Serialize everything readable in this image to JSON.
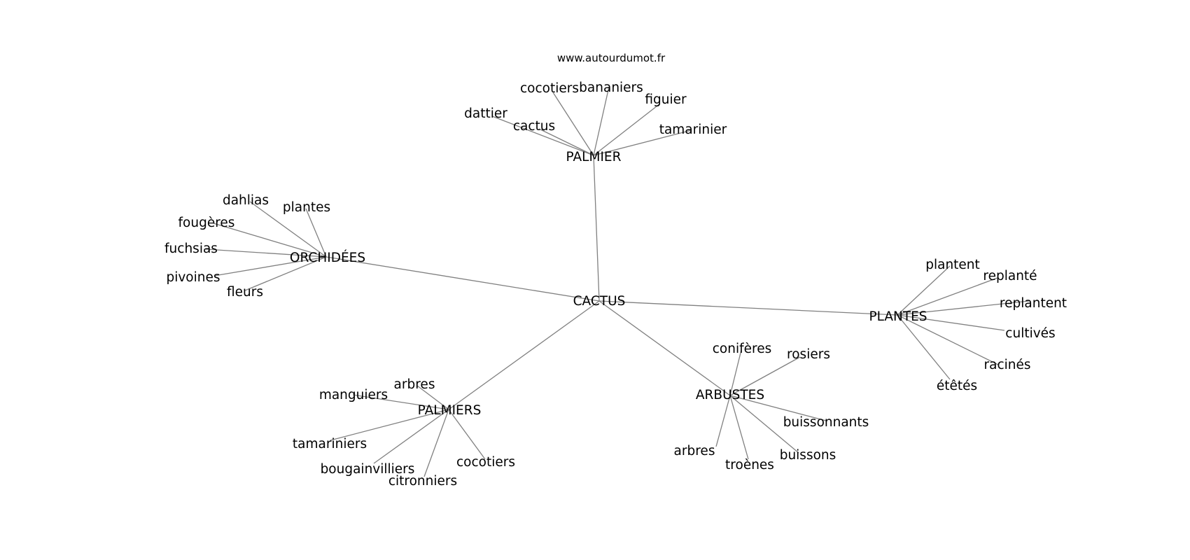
{
  "site": "www.autourdumot.fr",
  "center": "CACTUS",
  "groups": [
    {
      "hub": "PALMIER",
      "words": [
        "cocotiers",
        "bananiers",
        "figuier",
        "dattier",
        "cactus",
        "tamarinier"
      ]
    },
    {
      "hub": "ORCHIDÉES",
      "words": [
        "dahlias",
        "plantes",
        "fougères",
        "fuchsias",
        "pivoines",
        "fleurs"
      ]
    },
    {
      "hub": "PLANTES",
      "words": [
        "plantent",
        "replanté",
        "replantent",
        "cultivés",
        "racinés",
        "étêtés"
      ]
    },
    {
      "hub": "PALMIERS",
      "words": [
        "arbres",
        "manguiers",
        "tamariniers",
        "bougainvilliers",
        "citronniers",
        "cocotiers"
      ]
    },
    {
      "hub": "ARBUSTES",
      "words": [
        "conifères",
        "rosiers",
        "buissonnants",
        "arbres",
        "troènes",
        "buissons"
      ]
    }
  ],
  "colors": {
    "edge": "#808080",
    "text": "#000000"
  }
}
